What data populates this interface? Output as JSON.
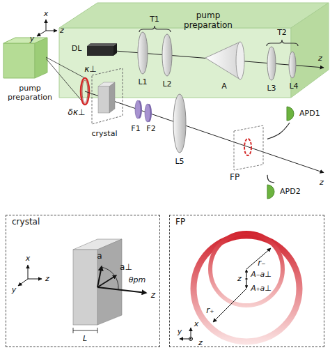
{
  "diagram": {
    "nodes": [
      {
        "text": [
          "pump preparation"
        ]
      },
      {
        "text": [
          "pump preparation"
        ]
      },
      {
        "text": [
          "FP"
        ]
      },
      {
        "text": [
          "APD1"
        ]
      },
      {
        "text": [
          "APD2"
        ]
      },
      {
        "text": [
          "crystal"
        ]
      },
      {
        "text": [
          "FP"
        ]
      }
    ],
    "edges": [
      {
        "from": 2,
        "to": 3,
        "arrow": "none"
      },
      {
        "from": 2,
        "to": 4,
        "arrow": "none"
      }
    ],
    "labels": [
      "x",
      "y",
      "z",
      "DL",
      "L1",
      "L2",
      "T1",
      "A",
      "L3",
      "L4",
      "T2",
      "z",
      "κ⊥",
      "δκ⊥",
      "crystal",
      "F1",
      "F2",
      "L5",
      "z",
      "x",
      "y",
      "z",
      "a",
      "a⊥",
      "θpm",
      "z",
      "L",
      "r₋",
      "A₋a⊥",
      "z",
      "A₊a⊥",
      "r₊",
      "x",
      "y",
      "z"
    ]
  }
}
